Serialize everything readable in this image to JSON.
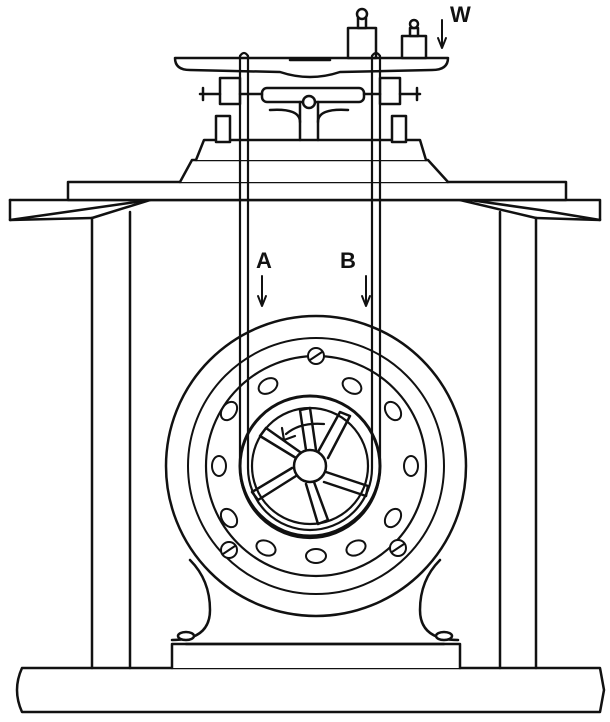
{
  "labels": {
    "a": "A",
    "b": "B",
    "w": "W"
  },
  "colors": {
    "ink": "#111111",
    "paper": "#ffffff"
  }
}
